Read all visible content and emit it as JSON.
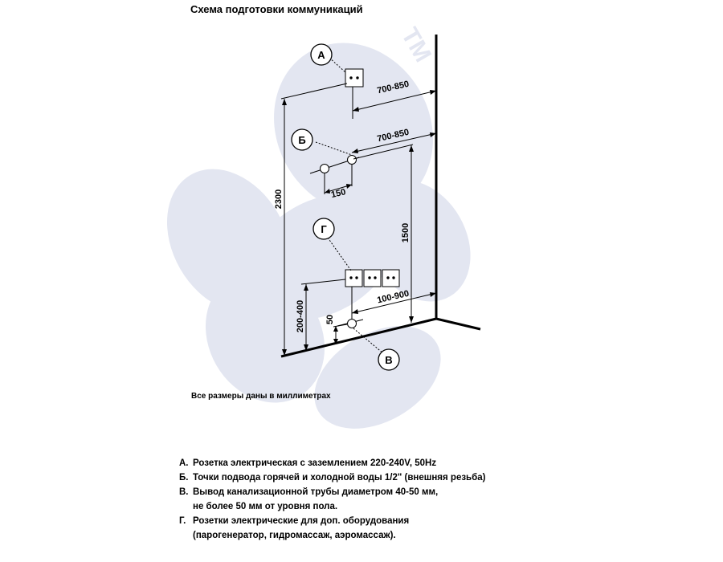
{
  "title": "Схема подготовки коммуникаций",
  "note": "Все размеры даны в миллиметрах",
  "watermark": "TM",
  "markers": {
    "a": "A",
    "b": "Б",
    "g": "Г",
    "v": "В"
  },
  "dimensions": {
    "d_a_wall": "700-850",
    "d_b_wall": "700-850",
    "d_150": "150",
    "d_2300": "2300",
    "d_1500": "1500",
    "d_100_900": "100-900",
    "d_200_400": "200-400",
    "d_50": "50"
  },
  "legend": [
    {
      "key": "А.",
      "lines": [
        "Розетка электрическая с заземлением 220-240V, 50Hz"
      ]
    },
    {
      "key": "Б.",
      "lines": [
        "Точки подвода горячей и холодной воды 1/2\" (внешняя резьба)"
      ]
    },
    {
      "key": "В.",
      "lines": [
        "Вывод  канализационной трубы диаметром 40-50 мм,",
        "не более 50 мм от уровня пола."
      ]
    },
    {
      "key": "Г.",
      "lines": [
        "Розетки электрические для доп. оборудования",
        "(парогенератор, гидромассаж, аэромассаж)."
      ]
    }
  ],
  "colors": {
    "line": "#000000",
    "watermark": "#e3e6f1",
    "background": "#ffffff"
  }
}
